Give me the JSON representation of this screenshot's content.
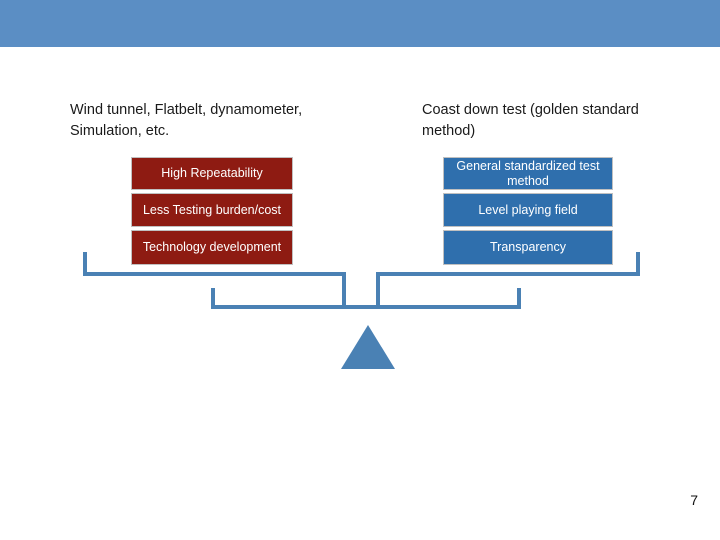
{
  "slide": {
    "page_number": "7",
    "headings": {
      "left": "Wind tunnel, Flatbelt, dynamometer, Simulation, etc.",
      "right": "Coast down test (golden standard method)"
    },
    "left_items": [
      {
        "label": "High Repeatability"
      },
      {
        "label": "Less Testing burden/cost"
      },
      {
        "label": "Technology development"
      }
    ],
    "right_items": [
      {
        "label": "General standardized test method"
      },
      {
        "label": "Level playing field"
      },
      {
        "label": "Transparency"
      }
    ],
    "colors": {
      "band": "#5b8ec4",
      "left_box": "#8e1b12",
      "right_box": "#2f6fad",
      "beam": "#4a81b4"
    }
  }
}
